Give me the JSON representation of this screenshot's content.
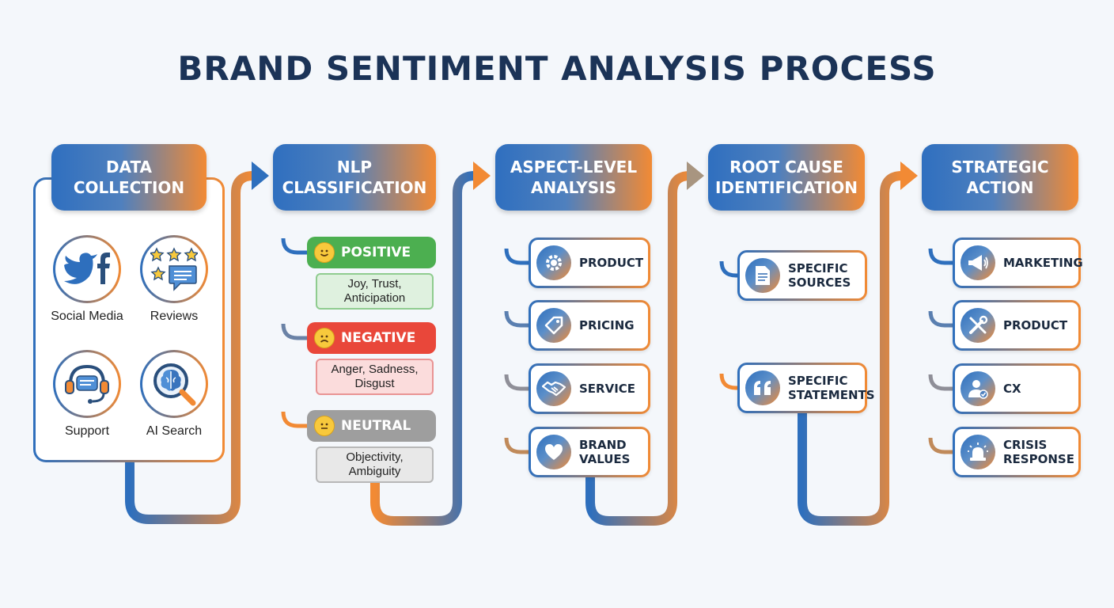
{
  "title": "BRAND SENTIMENT ANALYSIS PROCESS",
  "steps": [
    {
      "line1": "DATA",
      "line2": "COLLECTION"
    },
    {
      "line1": "NLP",
      "line2": "CLASSIFICATION"
    },
    {
      "line1": "ASPECT-LEVEL",
      "line2": "ANALYSIS"
    },
    {
      "line1": "ROOT CAUSE",
      "line2": "IDENTIFICATION"
    },
    {
      "line1": "STRATEGIC",
      "line2": "ACTION"
    }
  ],
  "sources": [
    {
      "label": "Social Media",
      "icon": "twitter-facebook-icon"
    },
    {
      "label": "Reviews",
      "icon": "stars-chat-icon"
    },
    {
      "label": "Support",
      "icon": "headset-icon"
    },
    {
      "label": "AI Search",
      "icon": "brain-search-icon"
    }
  ],
  "sentiments": [
    {
      "label": "POSITIVE",
      "desc_line1": "Joy, Trust,",
      "desc_line2": "Anticipation",
      "color": "#4caf50",
      "desc_bg": "#dff1df",
      "desc_border": "#8fcc8f"
    },
    {
      "label": "NEGATIVE",
      "desc_line1": "Anger, Sadness,",
      "desc_line2": "Disgust",
      "color": "#e9473a",
      "desc_bg": "#fbdcdc",
      "desc_border": "#e99494"
    },
    {
      "label": "NEUTRAL",
      "desc_line1": "Objectivity,",
      "desc_line2": "Ambiguity",
      "color": "#9e9e9e",
      "desc_bg": "#e8e8e8",
      "desc_border": "#b8b8b8"
    }
  ],
  "aspects": [
    {
      "line1": "PRODUCT",
      "line2": "",
      "icon": "gear-icon"
    },
    {
      "line1": "PRICING",
      "line2": "",
      "icon": "price-tag-icon"
    },
    {
      "line1": "SERVICE",
      "line2": "",
      "icon": "handshake-icon"
    },
    {
      "line1": "BRAND",
      "line2": "VALUES",
      "icon": "heart-icon"
    }
  ],
  "root_causes": [
    {
      "line1": "SPECIFIC",
      "line2": "SOURCES",
      "icon": "document-icon"
    },
    {
      "line1": "SPECIFIC",
      "line2": "STATEMENTS",
      "icon": "quote-icon"
    }
  ],
  "actions": [
    {
      "line1": "MARKETING",
      "line2": "",
      "icon": "megaphone-icon"
    },
    {
      "line1": "PRODUCT",
      "line2": "",
      "icon": "tools-icon"
    },
    {
      "line1": "CX",
      "line2": "",
      "icon": "user-check-icon"
    },
    {
      "line1": "CRISIS",
      "line2": "RESPONSE",
      "icon": "siren-icon"
    }
  ],
  "colors": {
    "blue": "#2e6fbd",
    "orange": "#f28a34",
    "navy": "#1b3357"
  }
}
